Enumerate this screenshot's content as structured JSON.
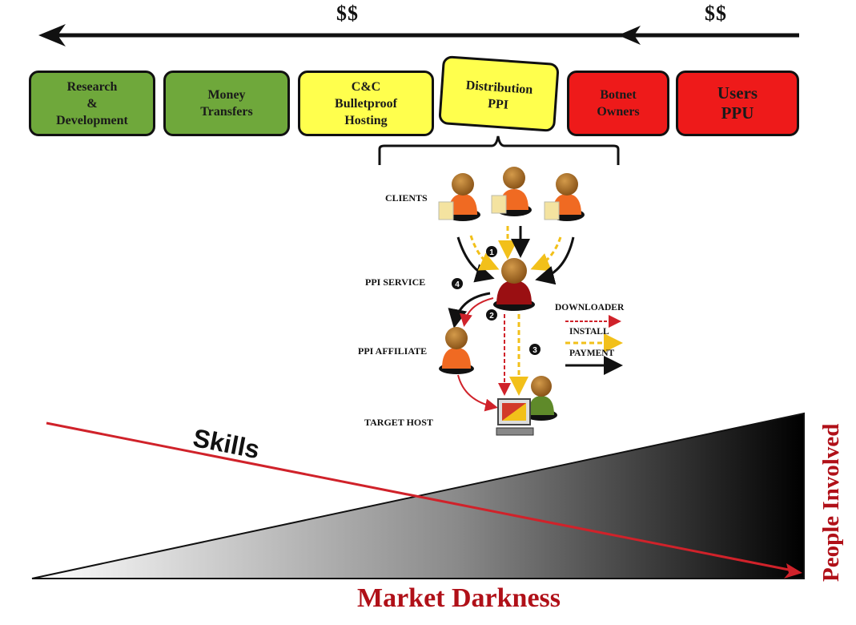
{
  "money": {
    "left": "$$",
    "right": "$$"
  },
  "stages": [
    {
      "lines": [
        "Research",
        "&",
        "Development"
      ],
      "color": "#6fa83b"
    },
    {
      "lines": [
        "Money",
        "Transfers"
      ],
      "color": "#6fa83b"
    },
    {
      "lines": [
        "C&C",
        "Bulletproof",
        "Hosting"
      ],
      "color": "#ffff4d"
    },
    {
      "lines": [
        "Distribution",
        "PPI"
      ],
      "color": "#ffff4d"
    },
    {
      "lines": [
        "Botnet",
        "Owners"
      ],
      "color": "#ee1a1a"
    },
    {
      "lines": [
        "Users",
        "PPU"
      ],
      "color": "#ee1a1a"
    }
  ],
  "ppi": {
    "clients": "CLIENTS",
    "service": "PPI SERVICE",
    "affiliate": "PPI AFFILIATE",
    "target": "TARGET HOST",
    "steps": [
      "1",
      "2",
      "3",
      "4"
    ]
  },
  "legend": {
    "downloader": "DOWNLOADER",
    "install": "INSTALL",
    "payment": "PAYMENT"
  },
  "axes": {
    "skills": "Skills",
    "market": "Market Darkness",
    "people": "People Involved"
  },
  "colors": {
    "downloader": "#d0222a",
    "install": "#f2c01a",
    "payment": "#111111",
    "title_red": "#b01018"
  }
}
